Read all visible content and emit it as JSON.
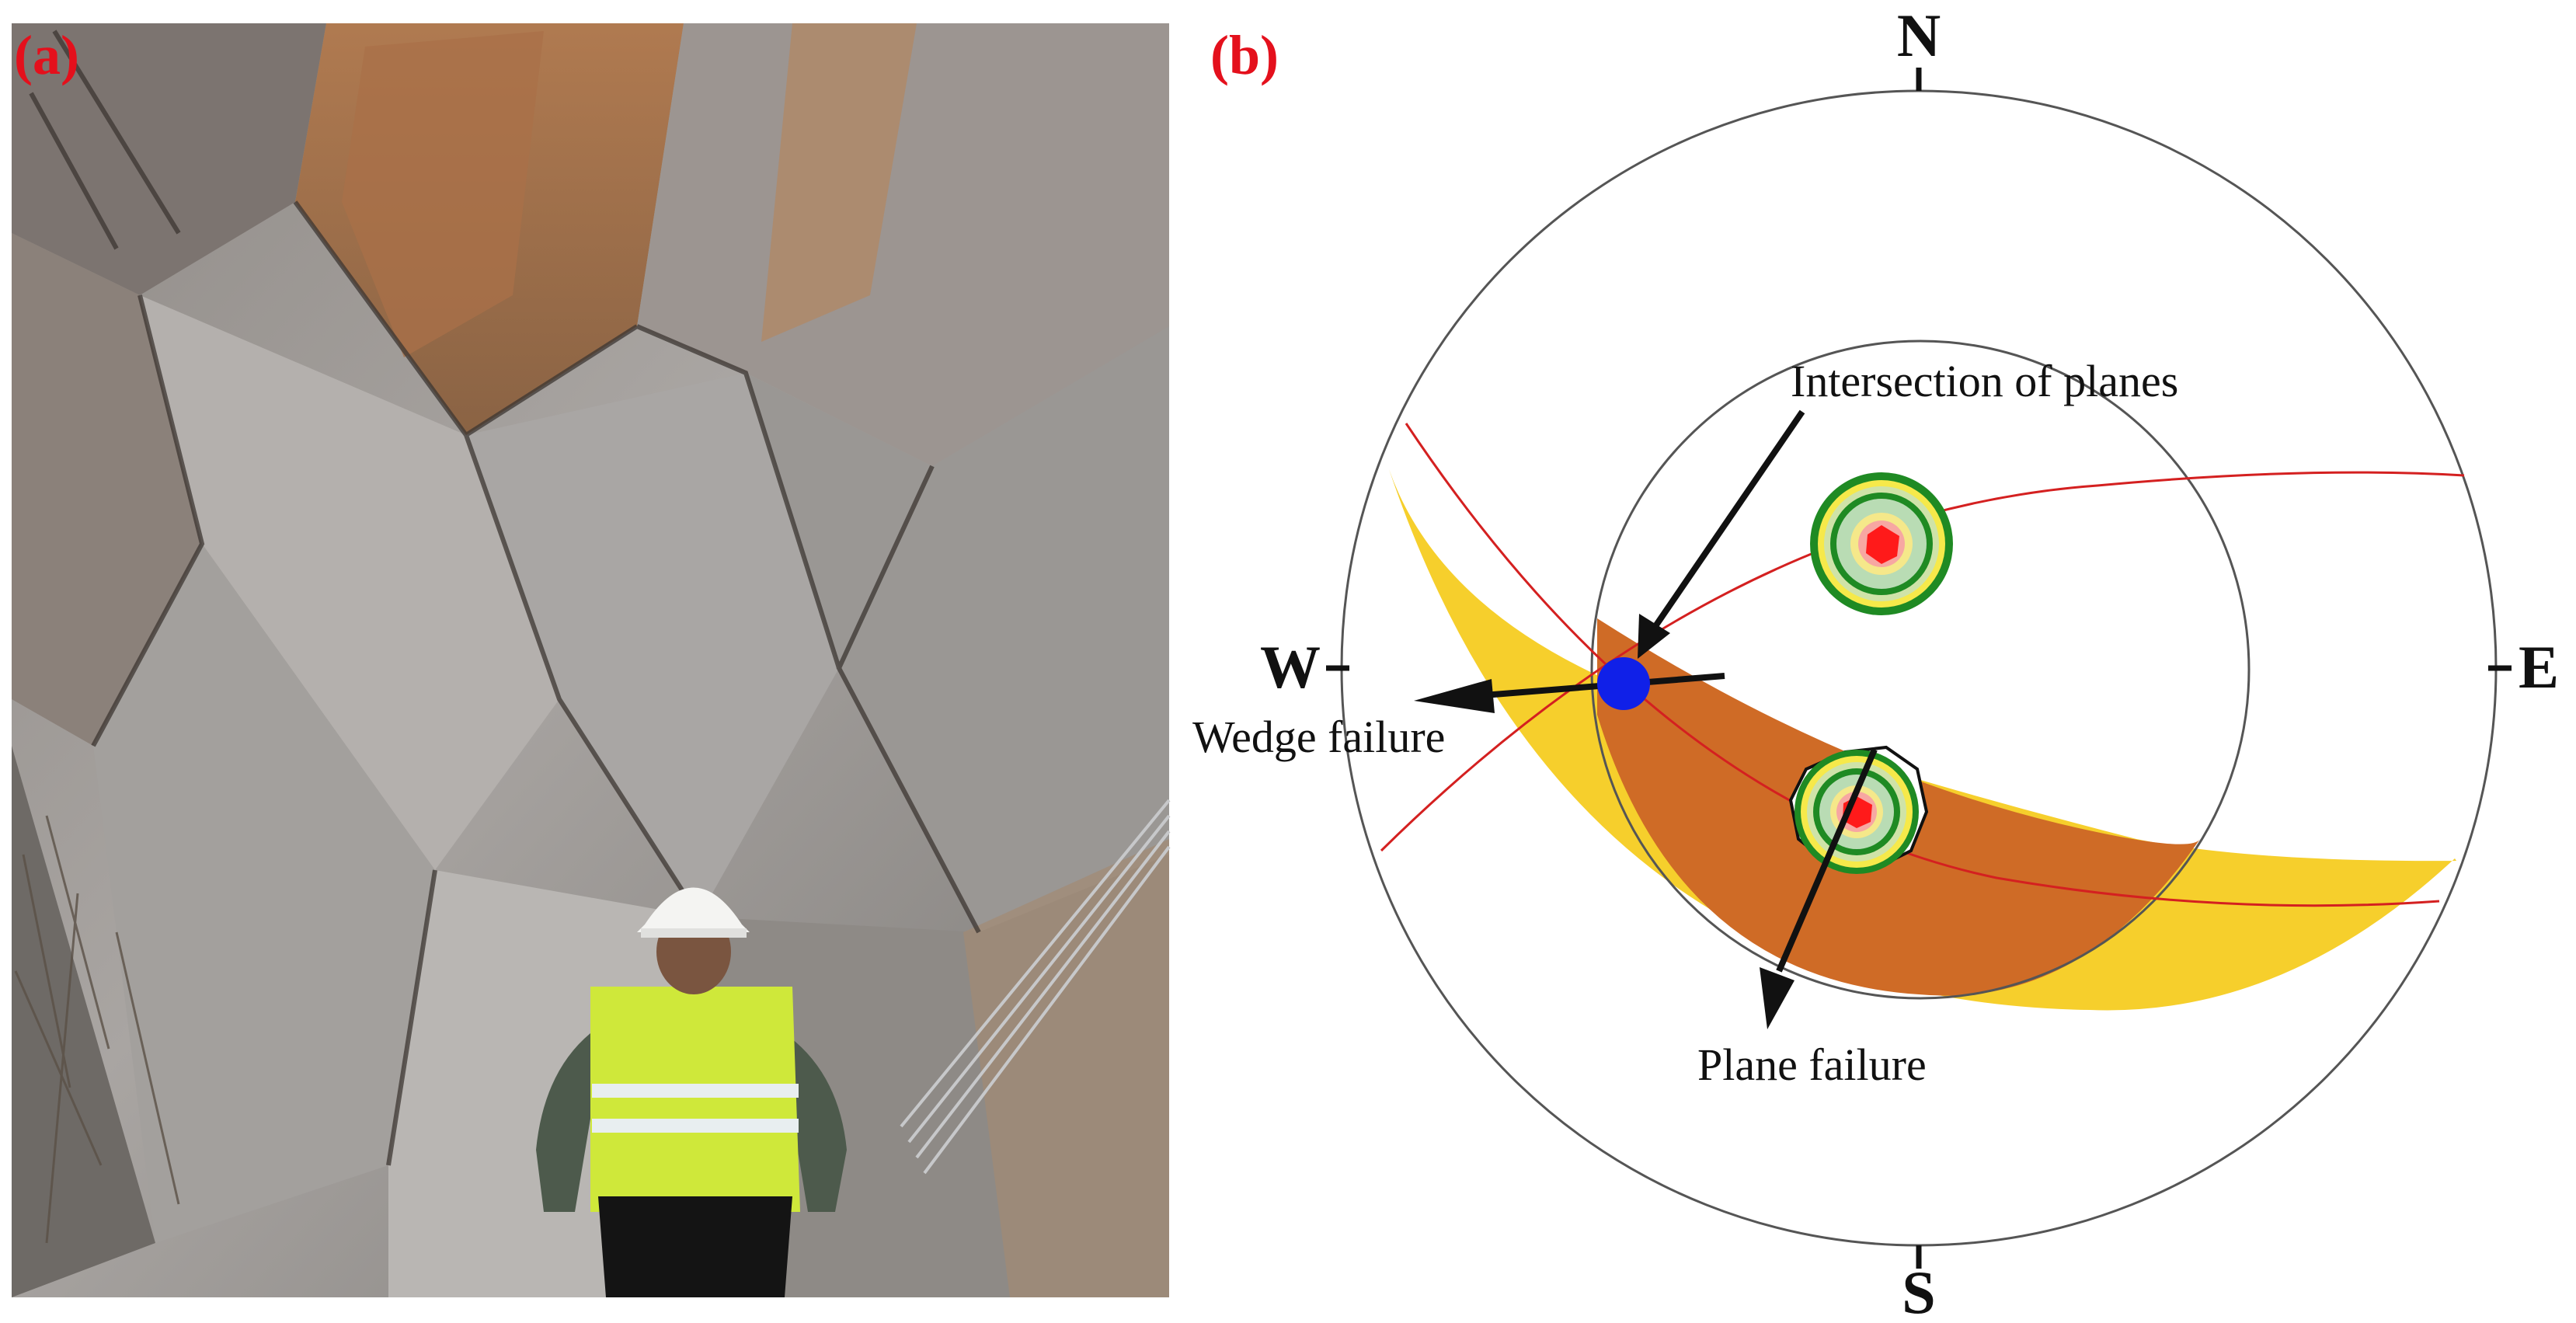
{
  "panels": {
    "a": {
      "label": "(a)"
    },
    "b": {
      "label": "(b)"
    }
  },
  "stereonet": {
    "directions": {
      "north": "N",
      "south": "S",
      "west": "W",
      "east": "E"
    },
    "annotations": {
      "intersection": "Intersection of planes",
      "wedge": "Wedge failure",
      "plane": "Plane failure"
    }
  },
  "colors": {
    "label_red": "#e4101c",
    "wedge_zone": "#f6cf2c",
    "plane_zone": "#cf6b26",
    "great_circle": "#d42020",
    "intersection_point": "#1020e8",
    "pole_contour_outer": "#1f8a23",
    "pole_peak": "#ff1a1a"
  }
}
